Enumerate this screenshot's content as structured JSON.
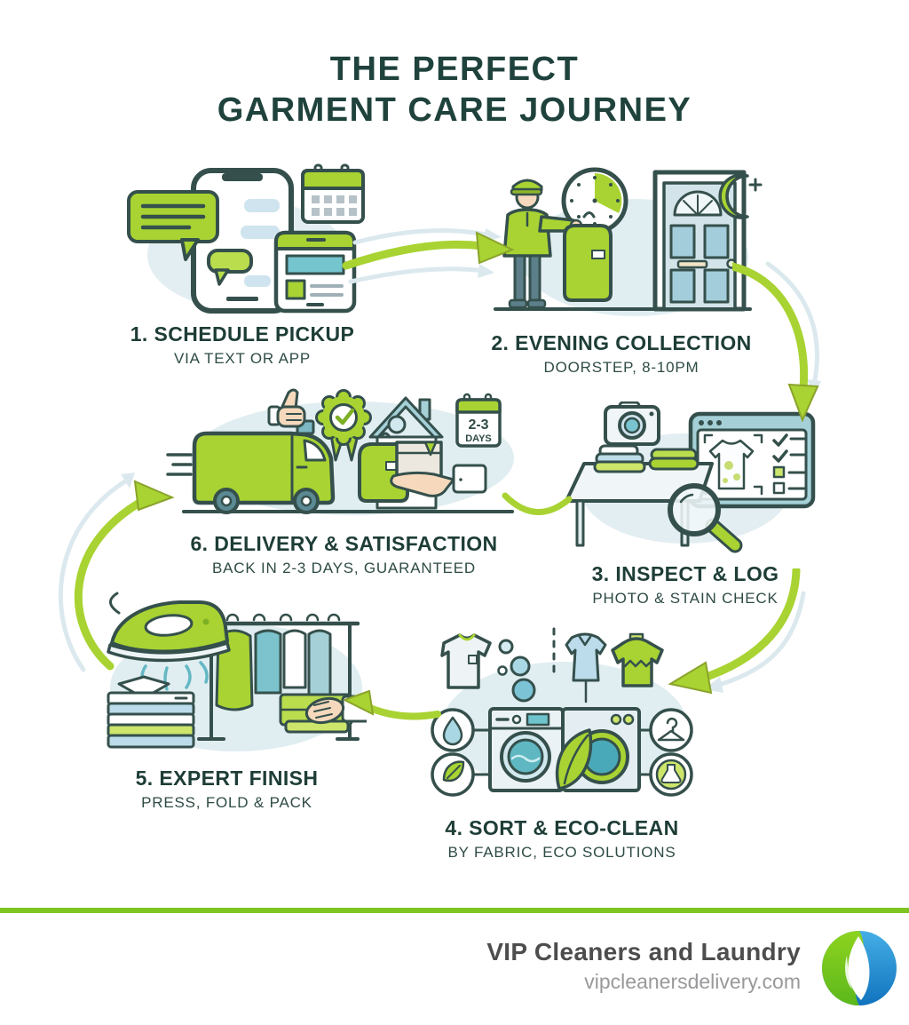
{
  "title": {
    "line1": "THE PERFECT",
    "line2": "GARMENT CARE JOURNEY"
  },
  "steps": [
    {
      "label": "1. SCHEDULE PICKUP",
      "subtitle": "VIA TEXT OR APP",
      "icons": [
        "smartphone-icon",
        "chat-bubble-icon",
        "calendar-icon",
        "booking-app-icon"
      ]
    },
    {
      "label": "2. EVENING COLLECTION",
      "subtitle": "DOORSTEP, 8-10PM",
      "icons": [
        "courier-icon",
        "garment-bag-icon",
        "clock-icon",
        "front-door-icon",
        "moon-icon"
      ]
    },
    {
      "label": "3. INSPECT & LOG",
      "subtitle": "PHOTO & STAIN CHECK",
      "icons": [
        "camera-icon",
        "folded-clothes-icon",
        "inspection-screen-icon",
        "magnifier-icon"
      ]
    },
    {
      "label": "4. SORT & ECO-CLEAN",
      "subtitle": "BY FABRIC, ECO SOLUTIONS",
      "icons": [
        "tshirt-icon",
        "bubbles-icon",
        "shirt-icon",
        "sweater-icon",
        "washing-machine-icon",
        "leaf-icon",
        "water-drop-icon",
        "hanger-icon",
        "detergent-flask-icon"
      ]
    },
    {
      "label": "5. EXPERT FINISH",
      "subtitle": "PRESS, FOLD & PACK",
      "icons": [
        "iron-icon",
        "steam-icon",
        "folded-shirts-icon",
        "clothes-rack-icon",
        "hand-cloth-icon"
      ]
    },
    {
      "label": "6. DELIVERY & SATISFACTION",
      "subtitle": "BACK IN 2-3 DAYS, GUARANTEED",
      "badge": {
        "line1": "2-3",
        "line2": "DAYS"
      },
      "icons": [
        "delivery-van-icon",
        "thumbs-up-icon",
        "award-badge-icon",
        "house-icon",
        "garment-bag-icon",
        "package-icon",
        "hand-icon",
        "calendar-badge-icon"
      ]
    }
  ],
  "footer": {
    "brand": "VIP Cleaners and Laundry",
    "website": "vipcleanersdelivery.com"
  },
  "colors": {
    "accent_green": "#a8d332",
    "outline": "#35504c",
    "heading": "#1f423c",
    "teal": "#5fb7c1",
    "light_blue": "#bcdcec",
    "blob": "#e3eef2",
    "footer_bar": "#7dc522",
    "logo_green": "#6fc21d",
    "logo_blue": "#1e8fd0",
    "brand_text": "#4d4d4d",
    "website_text": "#98999b"
  }
}
